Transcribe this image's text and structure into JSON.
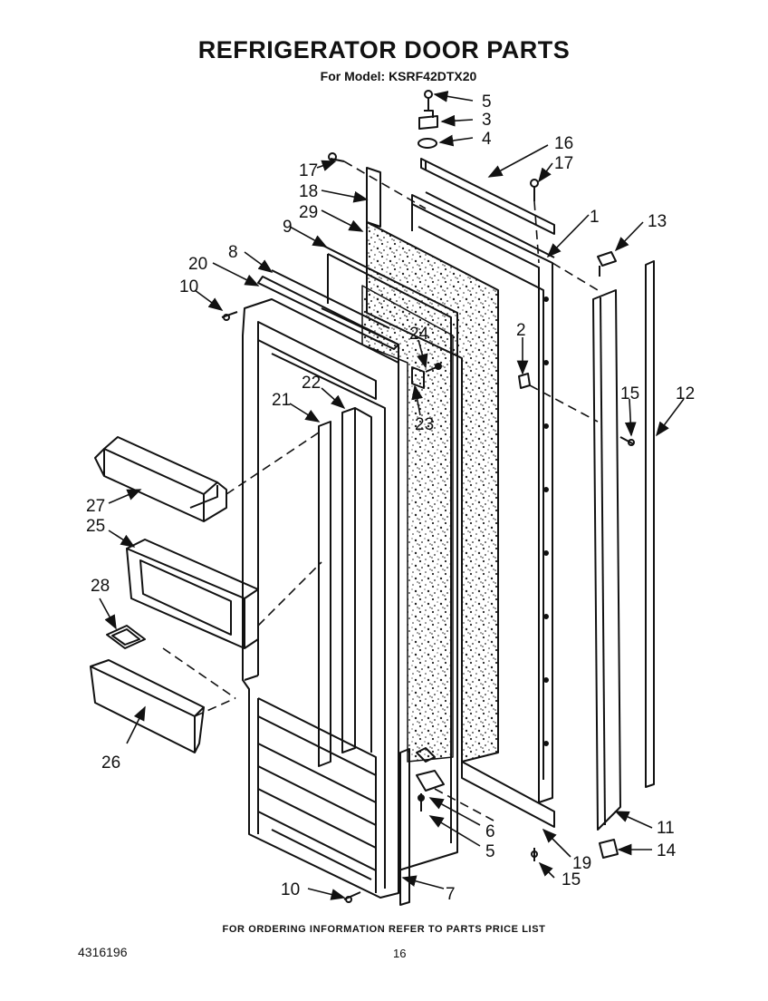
{
  "title": "REFRIGERATOR DOOR PARTS",
  "subtitle": "For Model: KSRF42DTX20",
  "footer_note": "FOR ORDERING INFORMATION REFER TO PARTS PRICE LIST",
  "document_number": "4316196",
  "page_number": "16",
  "callouts": {
    "c1": "1",
    "c2": "2",
    "c3": "3",
    "c4": "4",
    "c5_top": "5",
    "c5_bottom": "5",
    "c6": "6",
    "c7": "7",
    "c8": "8",
    "c9": "9",
    "c10_top": "10",
    "c10_bottom": "10",
    "c11": "11",
    "c12": "12",
    "c13": "13",
    "c14": "14",
    "c15_right": "15",
    "c15_bottom": "15",
    "c16": "16",
    "c17_left": "17",
    "c17_right": "17",
    "c18": "18",
    "c19": "19",
    "c20": "20",
    "c21": "21",
    "c22": "22",
    "c23": "23",
    "c24": "24",
    "c25": "25",
    "c26": "26",
    "c27": "27",
    "c28": "28",
    "c29": "29"
  }
}
